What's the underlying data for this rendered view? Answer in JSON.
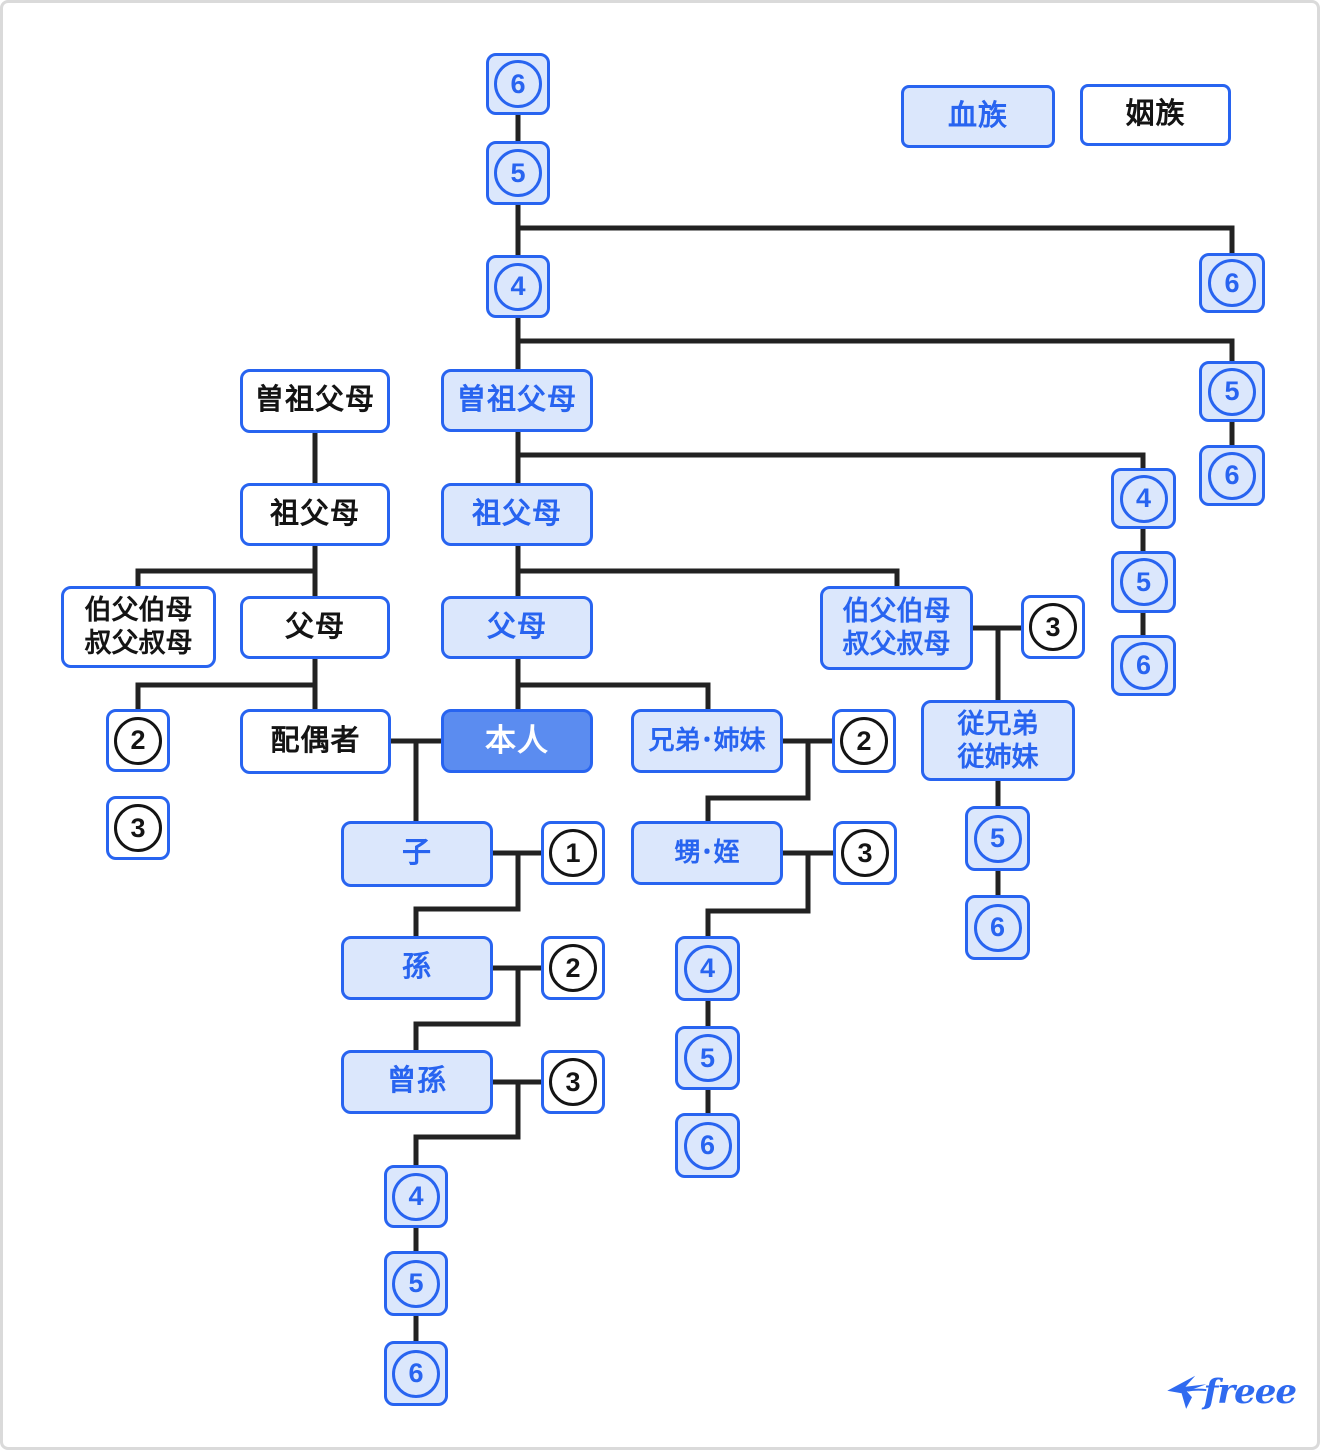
{
  "legend": {
    "blood": "血族",
    "inlaw": "姻族"
  },
  "logo": {
    "brand": "freee"
  },
  "nodes": {
    "c6": {
      "number": "6"
    },
    "c5": {
      "number": "5"
    },
    "c4": {
      "number": "4"
    },
    "c_ggp": {
      "label": "曽祖父母"
    },
    "c_gp": {
      "label": "祖父母"
    },
    "c_p": {
      "label": "父母"
    },
    "self": {
      "label": "本人"
    },
    "l_ggp": {
      "label": "曽祖父母"
    },
    "l_gp": {
      "label": "祖父母"
    },
    "l_uncle": {
      "label": "伯父伯母\n叔父叔母"
    },
    "l_p": {
      "label": "父母"
    },
    "spouse": {
      "label": "配偶者"
    },
    "l2": {
      "number": "2"
    },
    "l3": {
      "number": "3"
    },
    "sib": {
      "label": "兄弟･姉妹"
    },
    "sib2": {
      "number": "2"
    },
    "nep": {
      "label": "甥･姪"
    },
    "nep3": {
      "number": "3"
    },
    "nep4": {
      "number": "4"
    },
    "nep5": {
      "number": "5"
    },
    "nep6": {
      "number": "6"
    },
    "child": {
      "label": "子"
    },
    "child1": {
      "number": "1"
    },
    "gchild": {
      "label": "孫"
    },
    "gchild2": {
      "number": "2"
    },
    "ggchild": {
      "label": "曾孫"
    },
    "ggchild3": {
      "number": "3"
    },
    "d4": {
      "number": "4"
    },
    "d5": {
      "number": "5"
    },
    "d6": {
      "number": "6"
    },
    "r6a": {
      "number": "6"
    },
    "r5a": {
      "number": "5"
    },
    "r6b": {
      "number": "6"
    },
    "r4a": {
      "number": "4"
    },
    "r5b": {
      "number": "5"
    },
    "r6c": {
      "number": "6"
    },
    "r_uncle": {
      "label": "伯父伯母\n叔父叔母"
    },
    "r3": {
      "number": "3"
    },
    "cousin": {
      "label": "従兄弟\n従姉妹"
    },
    "cousin5": {
      "number": "5"
    },
    "cousin6": {
      "number": "6"
    }
  },
  "colors": {
    "brand_blue": "#2864f0",
    "light_blue_fill": "#dbe7fc",
    "self_fill": "#5b8cf0",
    "line": "#222222"
  }
}
